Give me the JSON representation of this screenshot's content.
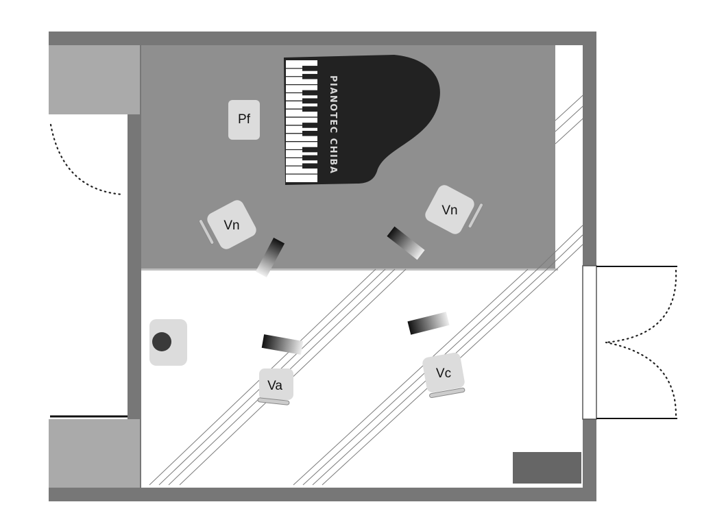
{
  "colors": {
    "wall": "#777777",
    "stage_floor": "#8f8f8f",
    "pillar": "#aaaaaa",
    "piano_body": "#222222",
    "seat_fill": "#dcdcdc",
    "door_glass": "#ffffff",
    "mat": "#666666"
  },
  "seats": {
    "piano": "Pf",
    "violin_1": "Vn",
    "violin_2": "Vn",
    "viola": "Va",
    "cello": "Vc"
  },
  "piano": {
    "brand": "PIANOTEC CHIBA",
    "keys_icon": "piano-keyboard-icon"
  },
  "icons": {
    "door_left": "door-swing-icon",
    "door_right": "double-door-swing-icon",
    "stand": "music-stand-icon",
    "speaker": "speaker-icon"
  }
}
